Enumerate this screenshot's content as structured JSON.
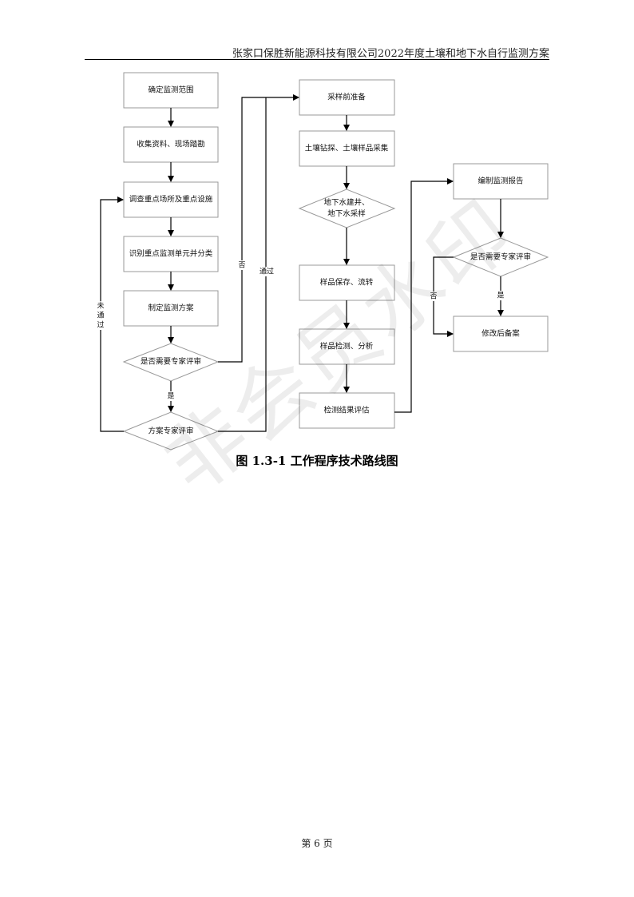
{
  "header": {
    "title": "张家口保胜新能源科技有限公司2022年度土壤和地下水自行监测方案"
  },
  "flowchart": {
    "left": [
      "确定监测范围",
      "收集资料、现场踏勘",
      "调查重点场所及重点设施",
      "识别重点监测单元并分类",
      "制定监测方案"
    ],
    "left_decision1": "是否需要专家评审",
    "left_decision2": "方案专家评审",
    "label_yes": "是",
    "label_no": "否",
    "label_pass": "通过",
    "label_fail_1": "未",
    "label_fail_2": "通",
    "label_fail_3": "过",
    "middle": {
      "b1": "采样前准备",
      "b2": "土壤钻探、土壤样品采集",
      "d_line1": "地下水建井、",
      "d_line2": "地下水采样",
      "b3": "样品保存、流转",
      "b4": "样品检测、分析",
      "b5": "检测结果评估"
    },
    "right": {
      "b1": "编制监测报告",
      "decision": "是否需要专家评审",
      "b2": "修改后备案",
      "yes": "是",
      "no": "否"
    }
  },
  "caption": "图 1.3-1 工作程序技术路线图",
  "footer": "第 6 页",
  "watermark": "非会员水印"
}
